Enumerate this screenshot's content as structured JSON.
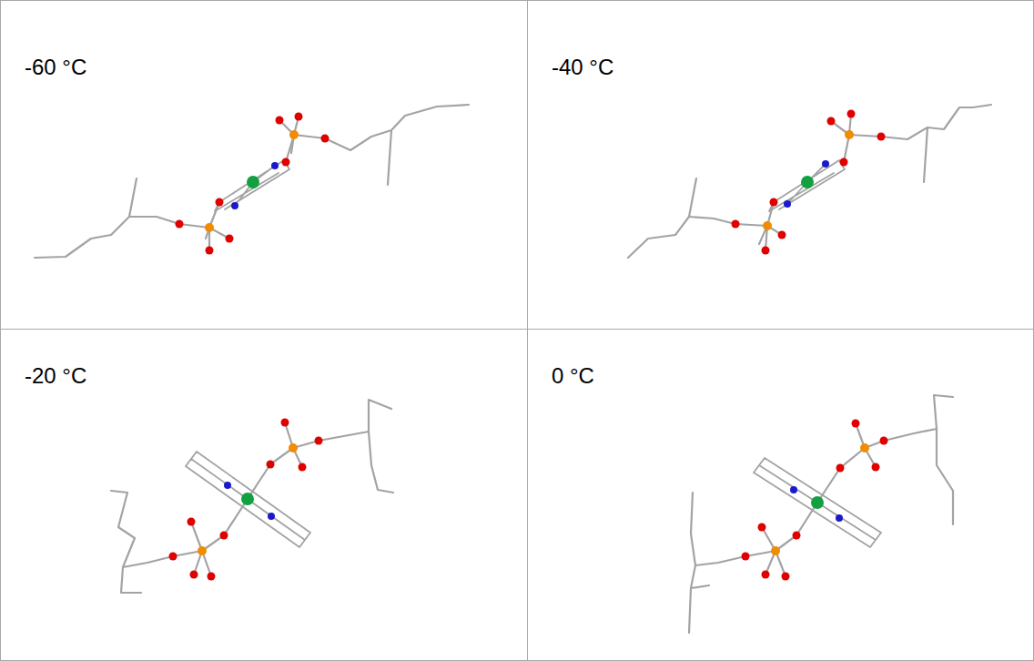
{
  "diagram": {
    "nodes": [
      {
        "text": [
          "-60 °C"
        ]
      },
      {
        "text": [
          "-40 °C"
        ]
      },
      {
        "text": [
          "-20 °C"
        ]
      },
      {
        "text": [
          "0 °C"
        ]
      }
    ]
  }
}
